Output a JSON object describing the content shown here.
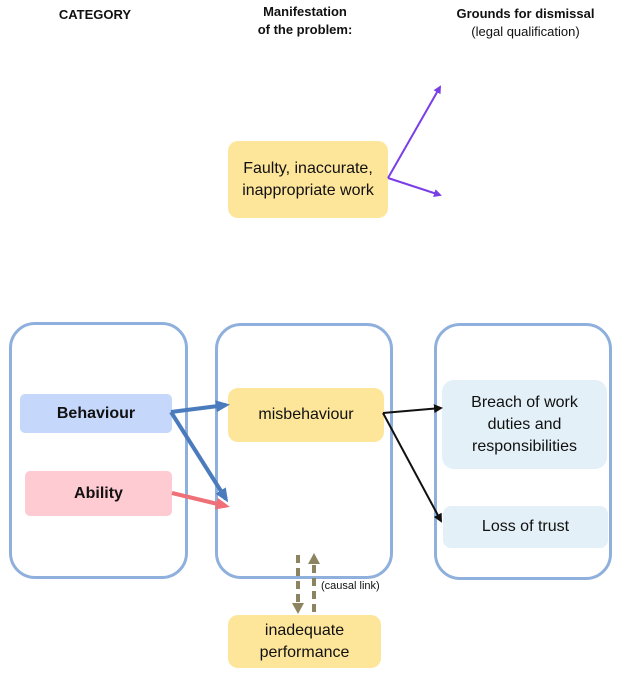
{
  "headers": {
    "category": "CATEGORY",
    "manifestation_line1": "Manifestation",
    "manifestation_line2": "of the problem:",
    "grounds_line1": "Grounds for dismissal",
    "grounds_line2": "(legal qualification)"
  },
  "nodes": {
    "faulty_work": "Faulty, inaccurate, inappropriate work",
    "behaviour": "Behaviour",
    "ability": "Ability",
    "misbehaviour": "misbehaviour",
    "breach": "Breach of work duties and responsibilities",
    "loss_of_trust": "Loss of trust",
    "inadequate_performance": "inadequate performance",
    "causal_link": "(causal link)"
  },
  "colors": {
    "column_border": "#8fb0dc",
    "yellow": "#fde59a",
    "behaviour_blue": "#c5d8fb",
    "ability_pink": "#fdcbd1",
    "ground_box": "#e3f0f7",
    "arrow_purple": "#7a3ee6",
    "arrow_blue": "#4a7bbd",
    "arrow_pink": "#f07078",
    "arrow_black": "#111111",
    "arrow_olive": "#8c8460"
  }
}
